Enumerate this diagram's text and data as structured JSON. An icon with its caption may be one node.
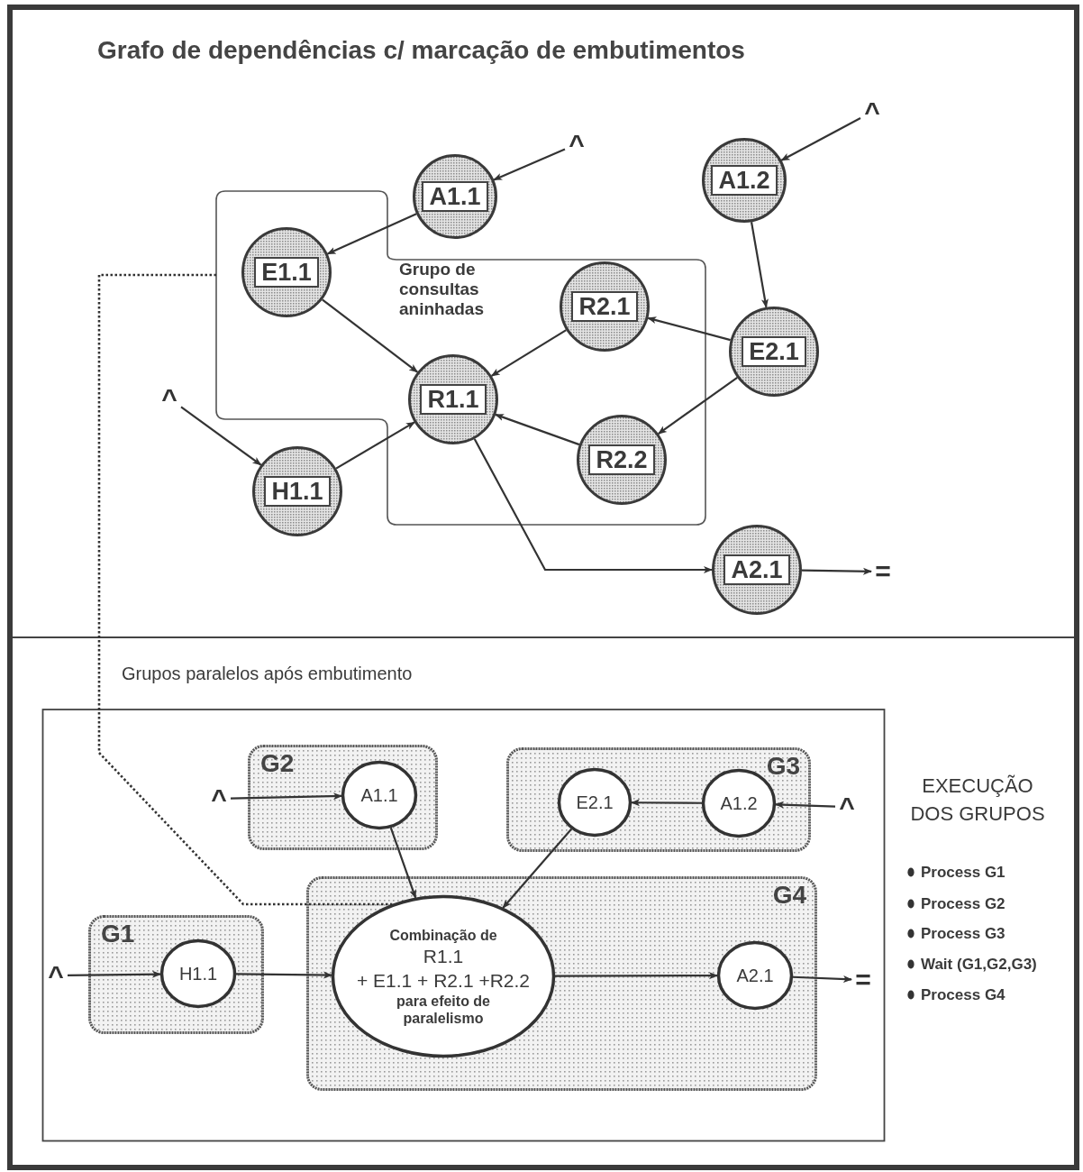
{
  "diagram": {
    "title": "Grafo de dependências c/ marcação de embutimentos",
    "nodes": [
      {
        "text": [
          "Grupo de consultas aninhadas"
        ]
      },
      {
        "text": [
          "A1.1"
        ]
      },
      {
        "text": [
          "A1.2"
        ]
      },
      {
        "text": [
          "E1.1"
        ],
        "in": 0
      },
      {
        "text": [
          "R2.1"
        ],
        "in": 0
      },
      {
        "text": [
          "E2.1"
        ]
      },
      {
        "text": [
          "R1.1"
        ],
        "in": 0
      },
      {
        "text": [
          "R2.2"
        ],
        "in": 0
      },
      {
        "text": [
          "H1.1"
        ]
      },
      {
        "text": [
          "A2.1"
        ]
      },
      {
        "text": [
          "^"
        ]
      },
      {
        "text": [
          "^"
        ]
      },
      {
        "text": [
          "^"
        ]
      },
      {
        "text": [
          "="
        ]
      },
      {
        "text": [
          "Grupos paralelos após embutimento"
        ]
      },
      {
        "text": [
          "G2"
        ],
        "in": 14
      },
      {
        "text": [
          "A1.1"
        ],
        "in": 15
      },
      {
        "text": [
          "G3"
        ],
        "in": 14
      },
      {
        "text": [
          "E2.1"
        ],
        "in": 17
      },
      {
        "text": [
          "A1.2"
        ],
        "in": 17
      },
      {
        "text": [
          "G1"
        ],
        "in": 14
      },
      {
        "text": [
          "H1.1"
        ],
        "in": 20
      },
      {
        "text": [
          "G4"
        ],
        "in": 14
      },
      {
        "text": [
          "Combinação de",
          "R1.1",
          "+ E1.1 + R2.1 +R2.2",
          "para efeito de paralelismo"
        ],
        "in": 22
      },
      {
        "text": [
          "A2.1"
        ],
        "in": 22
      },
      {
        "text": [
          "^"
        ],
        "in": 14
      },
      {
        "text": [
          "^"
        ],
        "in": 14
      },
      {
        "text": [
          "^"
        ],
        "in": 14
      },
      {
        "text": [
          "="
        ],
        "in": 14
      }
    ],
    "edges": [
      {
        "from": 10,
        "to": 1,
        "arrow": "to"
      },
      {
        "from": 11,
        "to": 2,
        "arrow": "to"
      },
      {
        "from": 1,
        "to": 3,
        "arrow": "to"
      },
      {
        "from": 2,
        "to": 5,
        "arrow": "to"
      },
      {
        "from": 3,
        "to": 6,
        "arrow": "to"
      },
      {
        "from": 5,
        "to": 4,
        "arrow": "to"
      },
      {
        "from": 4,
        "to": 6,
        "arrow": "to"
      },
      {
        "from": 5,
        "to": 7,
        "arrow": "to"
      },
      {
        "from": 7,
        "to": 6,
        "arrow": "to"
      },
      {
        "from": 12,
        "to": 8,
        "arrow": "to"
      },
      {
        "from": 8,
        "to": 6,
        "arrow": "to"
      },
      {
        "from": 6,
        "to": 9,
        "arrow": "to"
      },
      {
        "from": 9,
        "to": 13,
        "arrow": "to"
      },
      {
        "from": 0,
        "to": 23,
        "arrow": "none",
        "style": "dashed"
      },
      {
        "from": 25,
        "to": 16,
        "arrow": "to"
      },
      {
        "from": 16,
        "to": 23,
        "arrow": "to"
      },
      {
        "from": 26,
        "to": 19,
        "arrow": "to"
      },
      {
        "from": 19,
        "to": 18,
        "arrow": "to"
      },
      {
        "from": 18,
        "to": 23,
        "arrow": "to"
      },
      {
        "from": 27,
        "to": 21,
        "arrow": "to"
      },
      {
        "from": 21,
        "to": 23,
        "arrow": "to"
      },
      {
        "from": 23,
        "to": 24,
        "arrow": "to"
      },
      {
        "from": 24,
        "to": 28,
        "arrow": "to"
      }
    ],
    "labels": [
      "EXECUÇÃO DOS GRUPOS",
      "Process G1",
      "Process G2",
      "Process G3",
      "Wait (G1,G2,G3)",
      "Process G4"
    ]
  }
}
